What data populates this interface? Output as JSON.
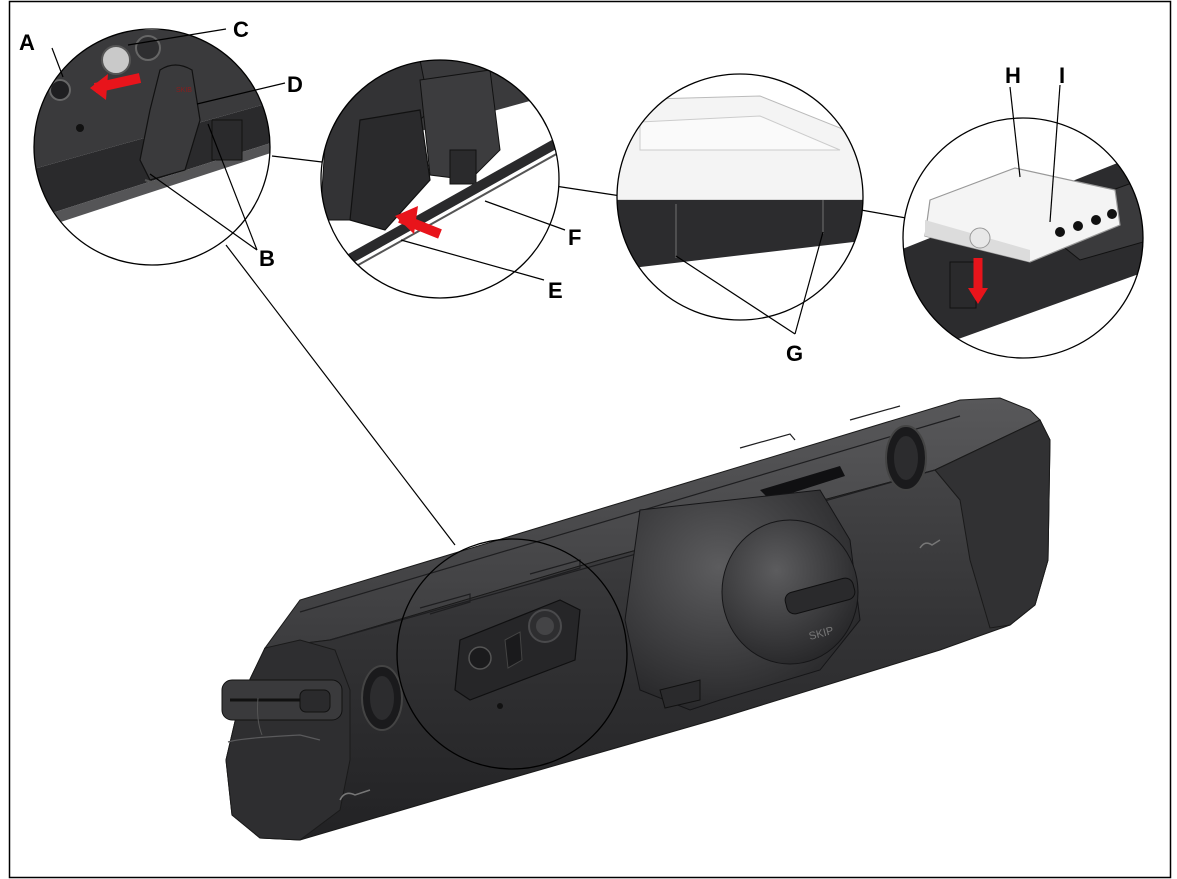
{
  "labels": {
    "a": "A",
    "b": "B",
    "c": "C",
    "d": "D",
    "e": "E",
    "f": "F",
    "g": "G",
    "h": "H",
    "i": "I"
  },
  "colors": {
    "device_body": "#3a3a3c",
    "device_dark": "#1f1f21",
    "device_edge": "#5a5a5c",
    "cover_light": "#f2f2f2",
    "arrow_red": "#e8141b",
    "line": "#000000"
  }
}
